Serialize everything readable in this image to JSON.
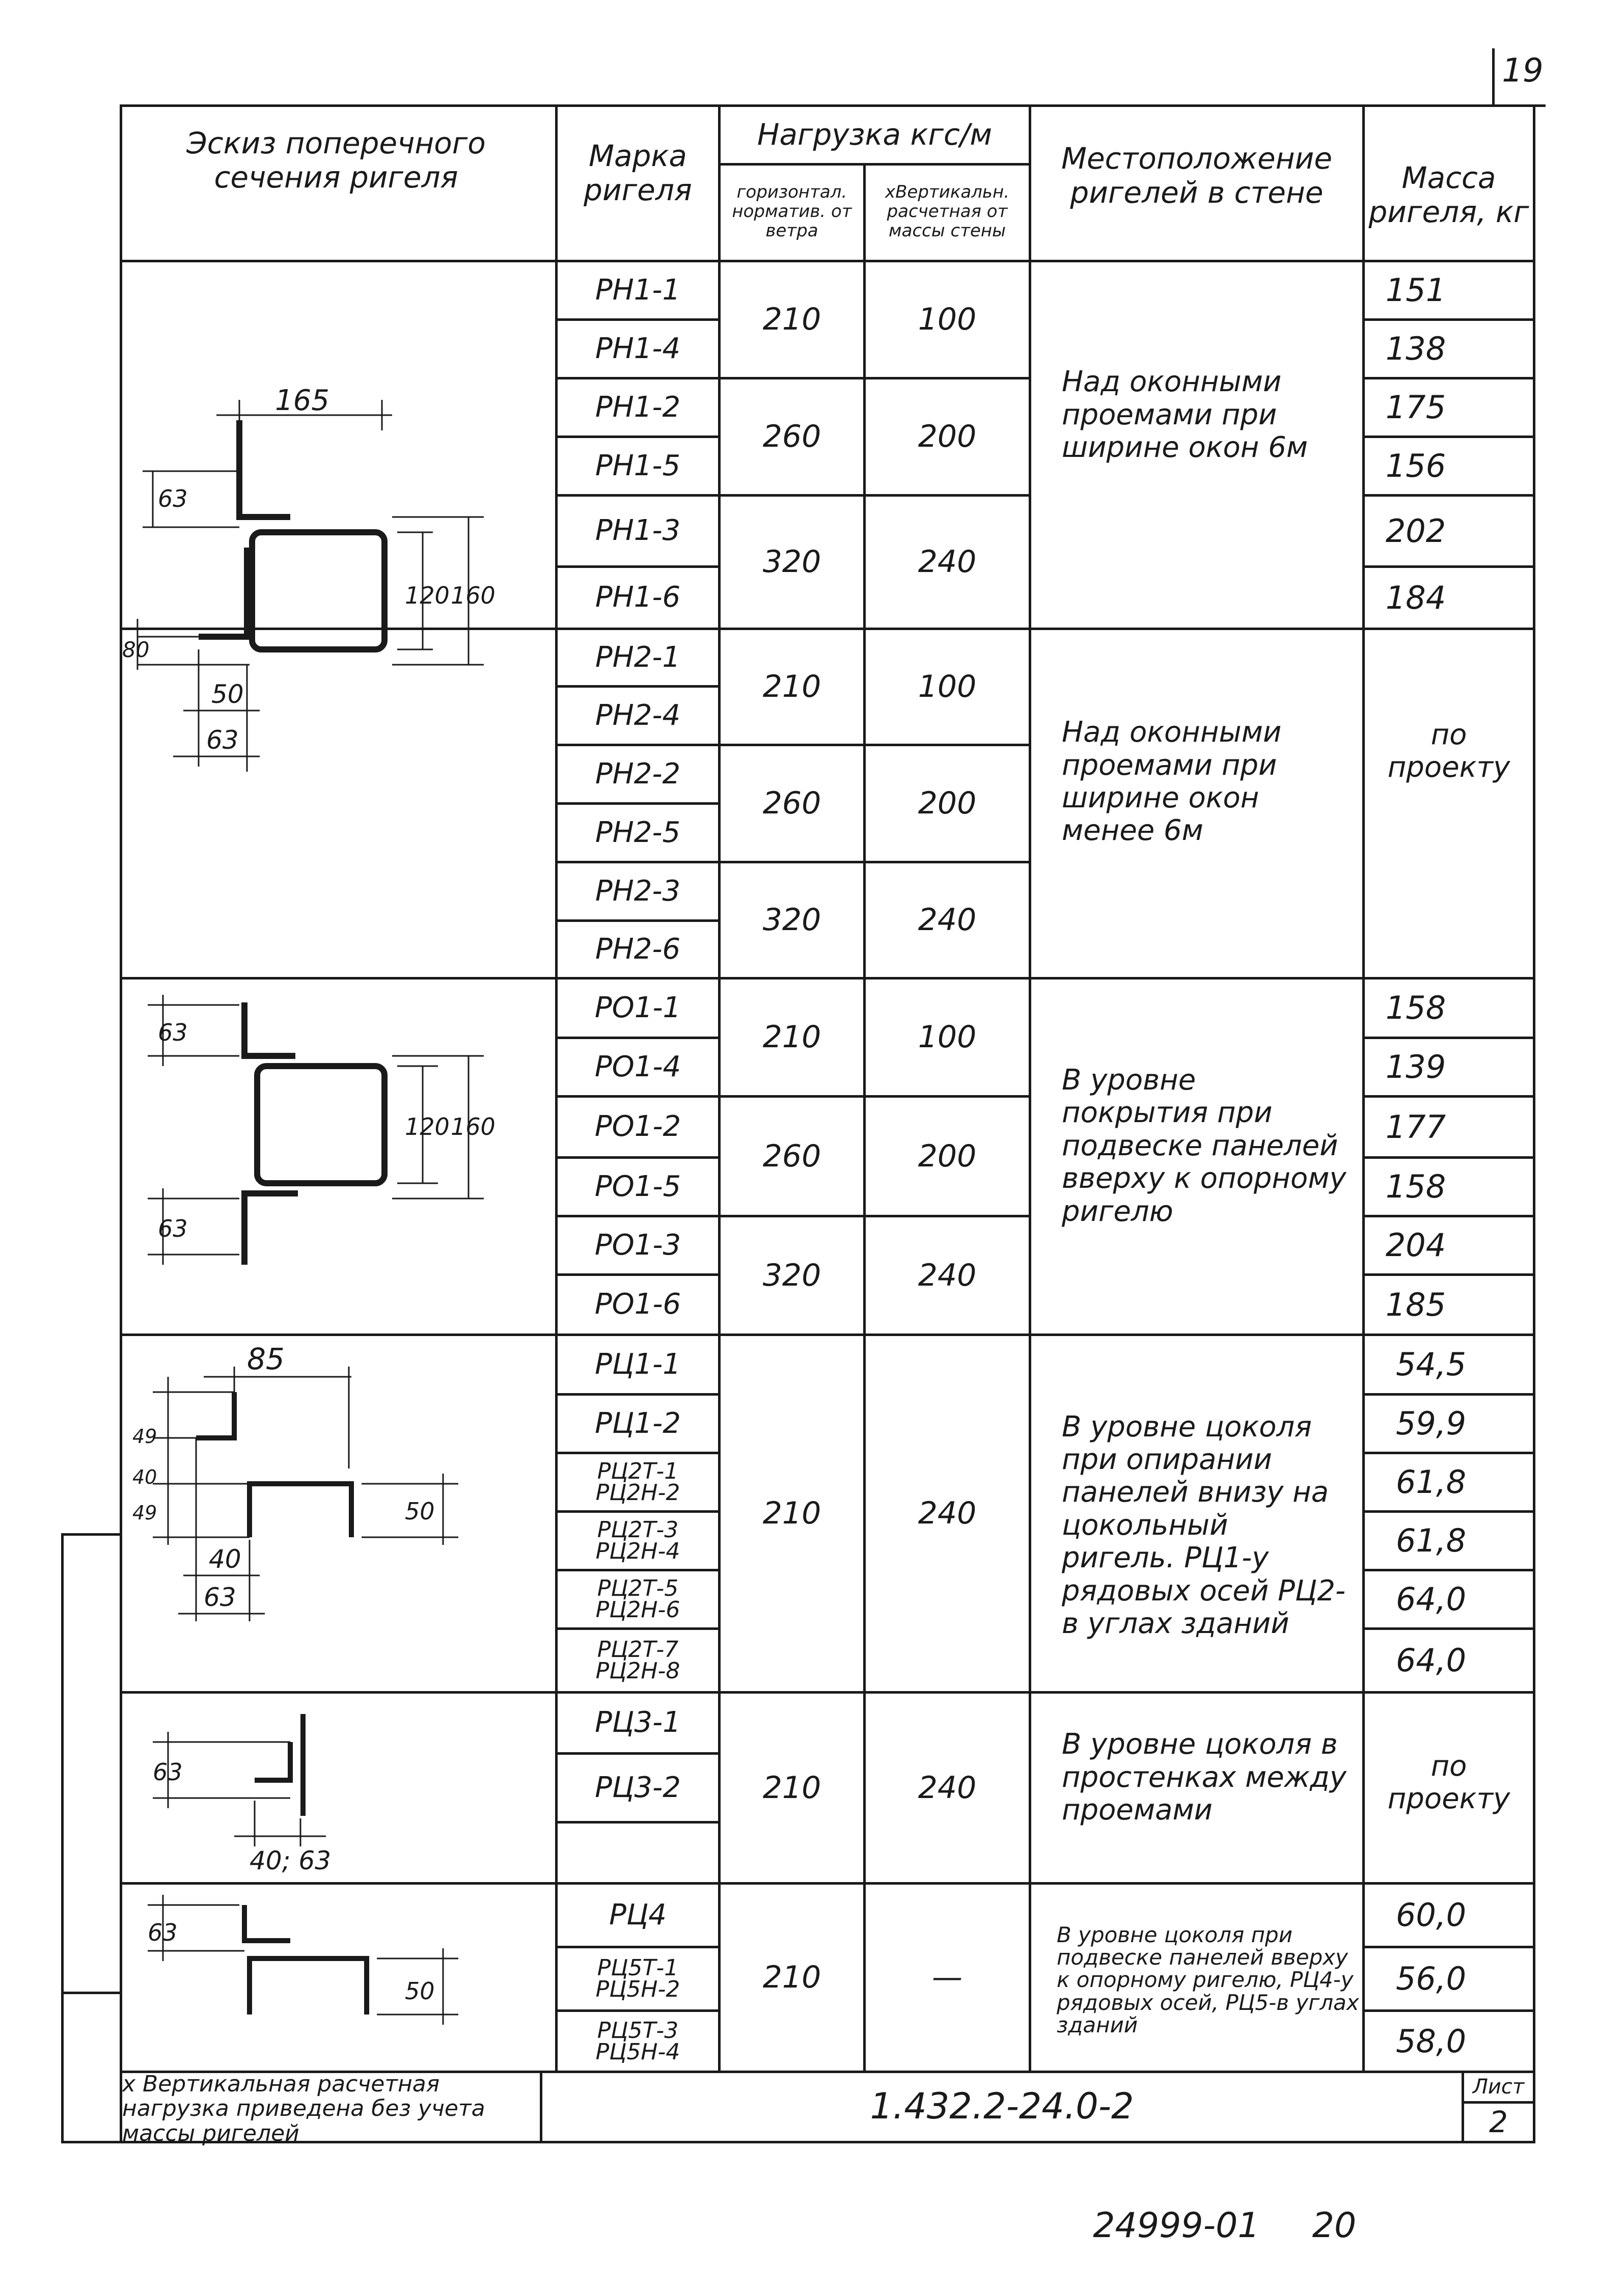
{
  "sheet": {
    "page_number": "19",
    "sheet_label": "Лист",
    "sheet_number": "2",
    "document_code": "1.432.2-24.0-2",
    "archive_number": "24999-01",
    "archive_page": "20",
    "footnote": "x Вертикальная расчетная нагрузка приведена без учета массы ригелей"
  },
  "header": {
    "sketch": "Эскиз поперечного сечения ригеля",
    "mark": "Марка ригеля",
    "load": "Нагрузка кгс/м",
    "load_h": "горизонтал. норматив. от ветра",
    "load_v": "xВертикальн. расчетная от массы стены",
    "location": "Местоположение ригелей в стене",
    "mass": "Масса ригеля, кг"
  },
  "groups": [
    {
      "id": "rn1",
      "location": "Над оконными проемами при ширине окон 6м",
      "rows": [
        {
          "mark": "РН1-1",
          "h": "210",
          "v": "100",
          "mass": "151"
        },
        {
          "mark": "РН1-4",
          "mass": "138"
        },
        {
          "mark": "РН1-2",
          "h": "260",
          "v": "200",
          "mass": "175"
        },
        {
          "mark": "РН1-5",
          "mass": "156"
        },
        {
          "mark": "РН1-3",
          "h": "320",
          "v": "240",
          "mass": "202"
        },
        {
          "mark": "РН1-6",
          "mass": "184"
        }
      ]
    },
    {
      "id": "rn2",
      "location": "Над оконными проемами при ширине окон менее 6м",
      "mass_all": "по проекту",
      "rows": [
        {
          "mark": "РН2-1",
          "h": "210",
          "v": "100"
        },
        {
          "mark": "РН2-4"
        },
        {
          "mark": "РН2-2",
          "h": "260",
          "v": "200"
        },
        {
          "mark": "РН2-5"
        },
        {
          "mark": "РН2-3",
          "h": "320",
          "v": "240"
        },
        {
          "mark": "РН2-6"
        }
      ]
    },
    {
      "id": "ro1",
      "location": "В уровне покрытия при подвеске панелей вверху к опорному ригелю",
      "rows": [
        {
          "mark": "РО1-1",
          "h": "210",
          "v": "100",
          "mass": "158"
        },
        {
          "mark": "РО1-4",
          "mass": "139"
        },
        {
          "mark": "РО1-2",
          "h": "260",
          "v": "200",
          "mass": "177"
        },
        {
          "mark": "РО1-5",
          "mass": "158"
        },
        {
          "mark": "РО1-3",
          "h": "320",
          "v": "240",
          "mass": "204"
        },
        {
          "mark": "РО1-6",
          "mass": "185"
        }
      ]
    },
    {
      "id": "rc1",
      "location": "В уровне цоколя при опирании панелей внизу на цокольный ригель. РЦ1-у рядовых осей РЦ2-в углах зданий",
      "h": "210",
      "v": "240",
      "rows": [
        {
          "mark": "РЦ1-1",
          "mass": "54,5"
        },
        {
          "mark": "РЦ1-2",
          "mass": "59,9"
        },
        {
          "mark": "РЦ2Т-1",
          "mark_b": "РЦ2Н-2",
          "mass": "61,8"
        },
        {
          "mark": "РЦ2Т-3",
          "mark_b": "РЦ2Н-4",
          "mass": "61,8"
        },
        {
          "mark": "РЦ2Т-5",
          "mark_b": "РЦ2Н-6",
          "mass": "64,0"
        },
        {
          "mark": "РЦ2Т-7",
          "mark_b": "РЦ2Н-8",
          "mass": "64,0"
        }
      ]
    },
    {
      "id": "rc3",
      "location": "В уровне цоколя в простенках между проемами",
      "h": "210",
      "v": "240",
      "mass_all": "по проекту",
      "rows": [
        {
          "mark": "РЦ3-1"
        },
        {
          "mark": "РЦ3-2"
        }
      ]
    },
    {
      "id": "rc4",
      "location": "В уровне цоколя при подвеске панелей вверху к опорному ригелю, РЦ4-у рядовых осей, РЦ5-в углах зданий",
      "h": "210",
      "v": "—",
      "rows": [
        {
          "mark": "РЦ4",
          "mass": "60,0"
        },
        {
          "mark": "РЦ5Т-1",
          "mark_b": "РЦ5Н-2",
          "mass": "56,0"
        },
        {
          "mark": "РЦ5Т-3",
          "mark_b": "РЦ5Н-4",
          "mass": "58,0"
        }
      ]
    }
  ],
  "sketch_dims": {
    "rn": {
      "w": "165",
      "top": "63",
      "h1": "120",
      "h2": "160",
      "bot": "80",
      "d1": "50",
      "d2": "63"
    },
    "ro": {
      "top": "63",
      "h1": "120",
      "h2": "160",
      "bot": "63"
    },
    "rc1": {
      "w": "85",
      "a": "49",
      "b": "40",
      "c": "49",
      "side": "50",
      "d1": "40",
      "d2": "63"
    },
    "rc3": {
      "top": "63",
      "w": "40; 63"
    },
    "rc4": {
      "top": "63",
      "side": "50"
    }
  }
}
